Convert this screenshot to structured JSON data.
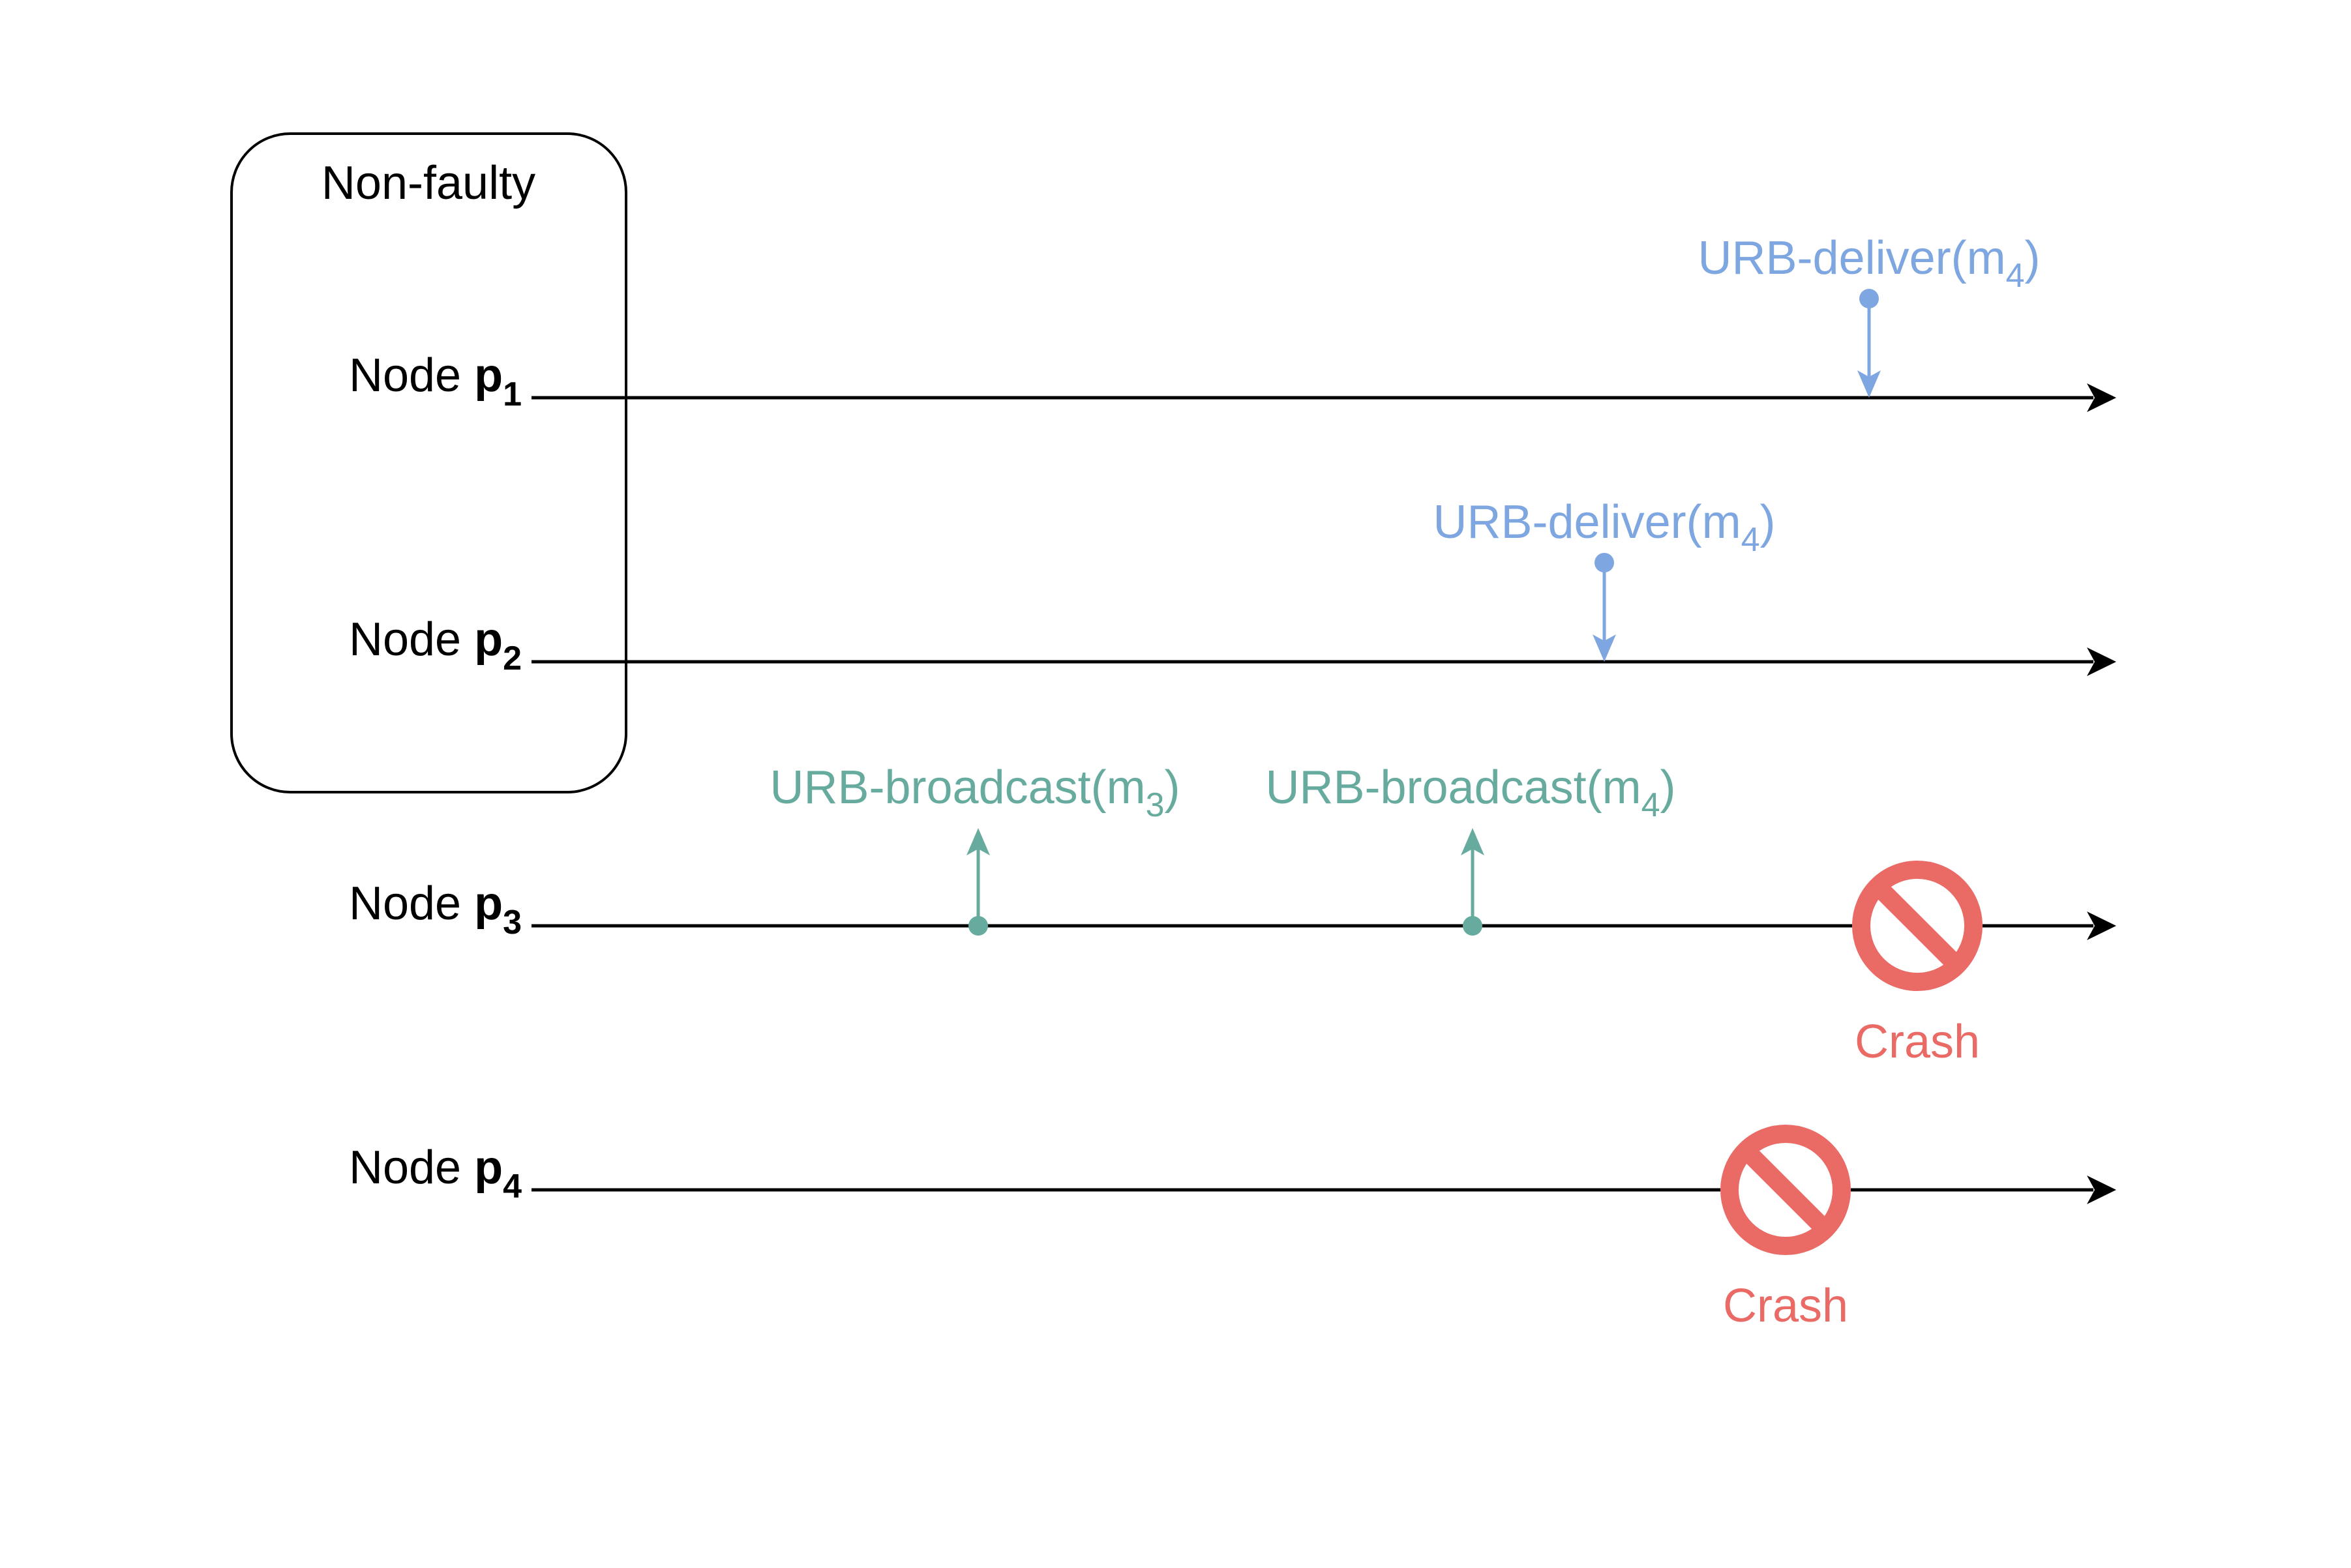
{
  "group": {
    "label": "Non-faulty"
  },
  "nodes": [
    {
      "prefix": "Node ",
      "name": "p",
      "sub": "1"
    },
    {
      "prefix": "Node ",
      "name": "p",
      "sub": "2"
    },
    {
      "prefix": "Node ",
      "name": "p",
      "sub": "3"
    },
    {
      "prefix": "Node ",
      "name": "p",
      "sub": "4"
    }
  ],
  "events": [
    {
      "node": "p1",
      "kind": "deliver",
      "text": "URB-deliver(m",
      "sub": "4",
      "close": ")"
    },
    {
      "node": "p2",
      "kind": "deliver",
      "text": "URB-deliver(m",
      "sub": "4",
      "close": ")"
    },
    {
      "node": "p3",
      "kind": "broadcast",
      "text": "URB-broadcast(m",
      "sub": "3",
      "close": ")"
    },
    {
      "node": "p3",
      "kind": "broadcast",
      "text": "URB-broadcast(m",
      "sub": "4",
      "close": ")"
    }
  ],
  "crashes": [
    {
      "node": "p3",
      "label": "Crash"
    },
    {
      "node": "p4",
      "label": "Crash"
    }
  ],
  "colors": {
    "deliver": "#7EA6E0",
    "broadcast": "#67AB9F",
    "crash": "#EA6B66",
    "line": "#000000"
  }
}
